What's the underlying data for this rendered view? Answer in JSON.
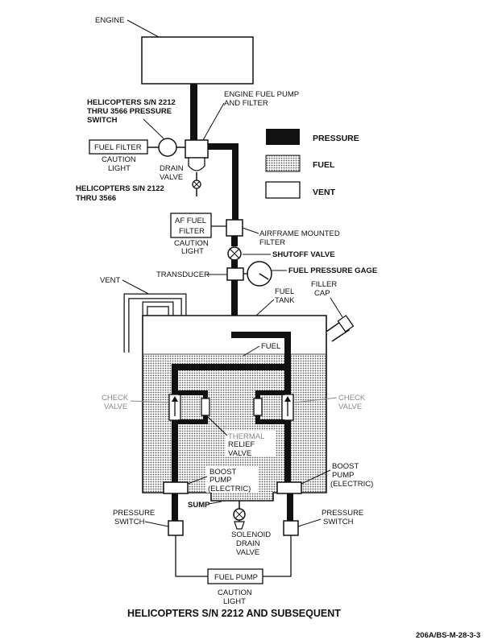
{
  "labels": {
    "engine": "ENGINE",
    "pressure_switch_note_1": "HELICOPTERS S/N 2212",
    "pressure_switch_note_2": "THRU 3566 PRESSURE",
    "pressure_switch_note_3": "SWITCH",
    "engine_pump_1": "ENGINE FUEL PUMP",
    "engine_pump_2": "AND FILTER",
    "fuel_filter_box": "FUEL FILTER",
    "caution": "CAUTION",
    "light": "LIGHT",
    "drain_1": "DRAIN",
    "drain_2": "VALVE",
    "drain_note_1": "HELICOPTERS S/N 2122",
    "drain_note_2": "THRU 3566",
    "af_1": "AF FUEL",
    "af_2": "FILTER",
    "airframe_1": "AIRFRAME MOUNTED",
    "airframe_2": "FILTER",
    "shutoff": "SHUTOFF VALVE",
    "transducer": "TRANSDUCER",
    "gage": "FUEL PRESSURE GAGE",
    "vent": "VENT",
    "fuel_tank_1": "FUEL",
    "fuel_tank_2": "TANK",
    "filler_1": "FILLER",
    "filler_2": "CAP",
    "fuel": "FUEL",
    "check_1": "CHECK",
    "check_2": "VALVE",
    "thermal_1": "THERMAL",
    "thermal_2": "RELIEF",
    "thermal_3": "VALVE",
    "boost_1": "BOOST",
    "boost_2": "PUMP",
    "boost_3": "(ELECTRIC)",
    "sump": "SUMP",
    "ps_1": "PRESSURE",
    "ps_2": "SWITCH",
    "solenoid_1": "SOLENOID",
    "solenoid_2": "DRAIN",
    "solenoid_3": "VALVE",
    "fuel_pump_box": "FUEL PUMP",
    "title": "HELICOPTERS S/N 2212 AND SUBSEQUENT",
    "code": "206A/BS-M-28-3-3"
  },
  "legend": [
    {
      "label": "PRESSURE",
      "swatch": "pressure"
    },
    {
      "label": "FUEL",
      "swatch": "fuel"
    },
    {
      "label": "VENT",
      "swatch": "vent"
    }
  ],
  "colors": {
    "ink": "#111111",
    "fuel_fill": "#dcdcdc",
    "background": "#ffffff"
  }
}
